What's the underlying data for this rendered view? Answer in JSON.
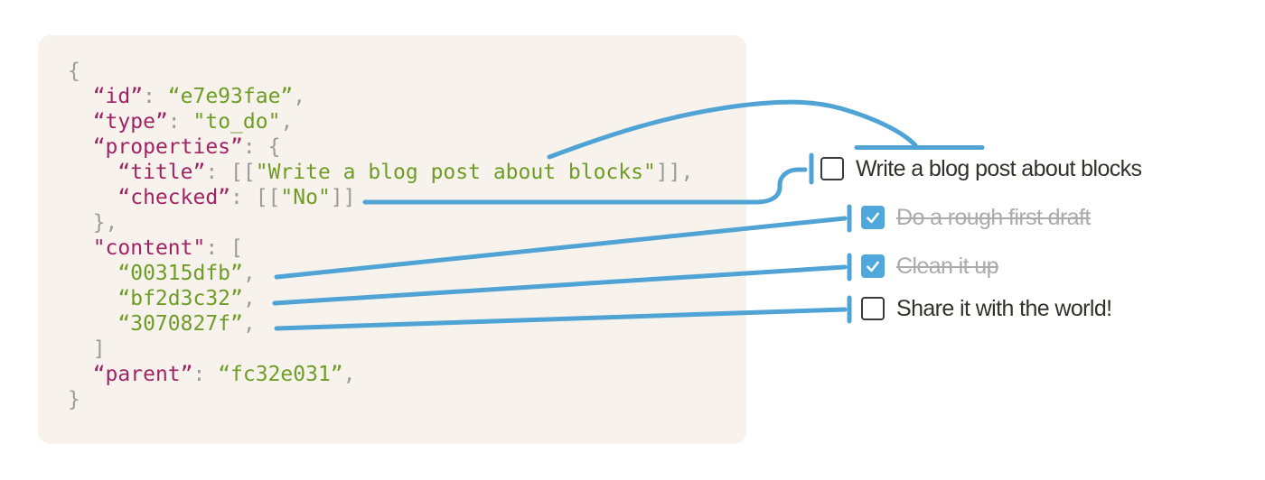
{
  "code_panel": {
    "language": "json",
    "lines": [
      [
        [
          "p",
          "{"
        ]
      ],
      [
        [
          "p",
          "  "
        ],
        [
          "k",
          "“id”"
        ],
        [
          "p",
          ": "
        ],
        [
          "s",
          "“e7e93fae”"
        ],
        [
          "p",
          ","
        ]
      ],
      [
        [
          "p",
          "  "
        ],
        [
          "k",
          "“type”"
        ],
        [
          "p",
          ": "
        ],
        [
          "s",
          "\"to_do\""
        ],
        [
          "p",
          ","
        ]
      ],
      [
        [
          "p",
          "  "
        ],
        [
          "k",
          "“properties”"
        ],
        [
          "p",
          ": {"
        ]
      ],
      [
        [
          "p",
          "    "
        ],
        [
          "k",
          "“title”"
        ],
        [
          "p",
          ": [["
        ],
        [
          "s",
          "\"Write a blog post about blocks\""
        ],
        [
          "p",
          "]],"
        ]
      ],
      [
        [
          "p",
          "    "
        ],
        [
          "k",
          "“checked”"
        ],
        [
          "p",
          ": [["
        ],
        [
          "s",
          "\"No\""
        ],
        [
          "p",
          "]]"
        ]
      ],
      [
        [
          "p",
          "  },"
        ]
      ],
      [
        [
          "p",
          "  "
        ],
        [
          "k",
          "\"content\""
        ],
        [
          "p",
          ": ["
        ]
      ],
      [
        [
          "p",
          "    "
        ],
        [
          "s",
          "“00315dfb”"
        ],
        [
          "p",
          ","
        ]
      ],
      [
        [
          "p",
          "    "
        ],
        [
          "s",
          "“bf2d3c32”"
        ],
        [
          "p",
          ","
        ]
      ],
      [
        [
          "p",
          "    "
        ],
        [
          "s",
          "“3070827f”"
        ],
        [
          "p",
          ","
        ]
      ],
      [
        [
          "p",
          "  ]"
        ]
      ],
      [
        [
          "p",
          "  "
        ],
        [
          "k",
          "“parent”"
        ],
        [
          "p",
          ": "
        ],
        [
          "s",
          "“fc32e031”"
        ],
        [
          "p",
          ","
        ]
      ],
      [
        [
          "p",
          "}"
        ]
      ]
    ]
  },
  "todo_list": {
    "items": [
      {
        "label": "Write a blog post about blocks",
        "checked": false
      },
      {
        "label": "Do a rough first draft",
        "checked": true
      },
      {
        "label": "Clean it up",
        "checked": true
      },
      {
        "label": "Share it with the world!",
        "checked": false
      }
    ]
  },
  "colors": {
    "canvas_bg": "#ffffff",
    "panel_bg": "#f7f3ec",
    "key_color": "#a02465",
    "string_color": "#6e9c27",
    "punc_color": "#9b9b9b",
    "connector_blue": "#4fa3d5",
    "checkbox_checked_bg": "#4ea8dc",
    "checkbox_border": "#3a3a3a",
    "todo_text": "#32312d",
    "todo_done_text": "#ababab"
  }
}
